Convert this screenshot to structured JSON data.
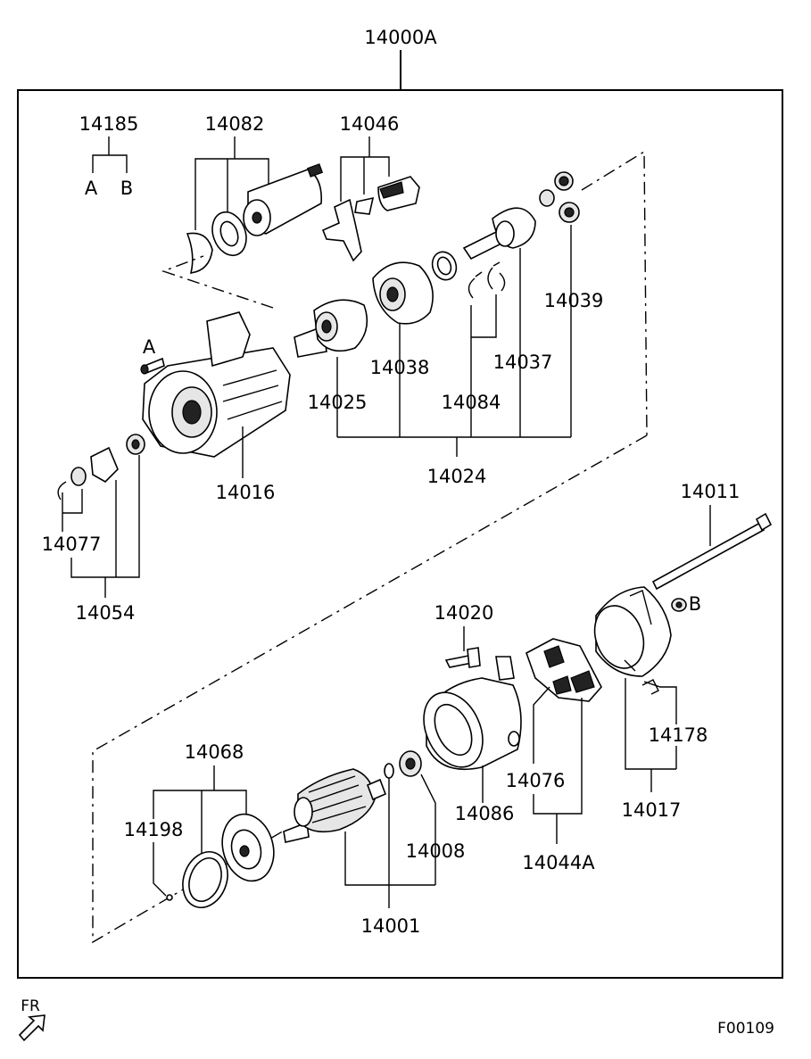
{
  "diagram": {
    "assembly_label": "14000A",
    "figure_code": "F00109",
    "direction_label": "FR",
    "part_labels": {
      "p14185": "14185",
      "refA": "A",
      "refB": "B",
      "p14082": "14082",
      "p14046": "14046",
      "p14039": "14039",
      "p14038": "14038",
      "p14037": "14037",
      "p14025": "14025",
      "p14084": "14084",
      "p14024": "14024",
      "p14016": "14016",
      "p14077": "14077",
      "p14054": "14054",
      "p14011": "14011",
      "p14020": "14020",
      "p14178": "14178",
      "p14017": "14017",
      "p14076": "14076",
      "p14086": "14086",
      "p14044A": "14044A",
      "p14068": "14068",
      "p14198": "14198",
      "p14008": "14008",
      "p14001": "14001",
      "boltA": "A",
      "boltB": "B"
    }
  }
}
